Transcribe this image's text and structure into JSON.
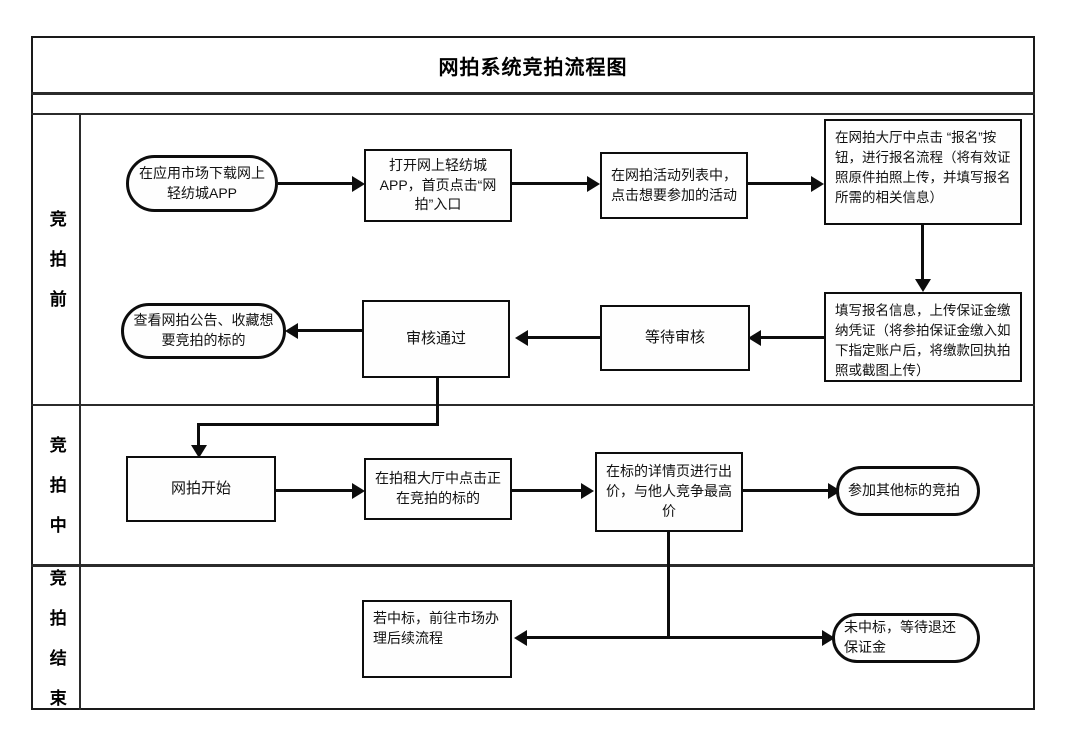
{
  "document": {
    "title": "网拍系统竞拍流程图",
    "frame_color": "#1a1a1a"
  },
  "rows": [
    {
      "key": "before",
      "label": "竞 拍 前"
    },
    {
      "key": "during",
      "label": "竞 拍 中"
    },
    {
      "key": "end",
      "label": "竞 拍 结 束"
    }
  ],
  "nodes": {
    "download_app": "在应用市场下载网上轻纺城APP",
    "open_app": "打开网上轻纺城APP，首页点击“网拍”入口",
    "choose_event": "在网拍活动列表中，点击想要参加的活动",
    "signup": "在网拍大厅中点击 “报名”按钮，进行报名流程（将有效证照原件拍照上传，并填写报名所需的相关信息）",
    "fill_info": "填写报名信息，上传保证金缴纳凭证（将参拍保证金缴入如下指定账户后，将缴款回执拍照或截图上传）",
    "wait_review": "等待审核",
    "review_passed": "审核通过",
    "view_notice": "查看网拍公告、收藏想要竞拍的标的",
    "auction_start": "网拍开始",
    "click_target": "在拍租大厅中点击正在竞拍的标的",
    "bid": "在标的详情页进行出价，与他人竞争最高价",
    "join_other": "参加其他标的竞拍",
    "won": "若中标，前往市场办理后续流程",
    "not_won": "未中标，等待退还保证金"
  }
}
